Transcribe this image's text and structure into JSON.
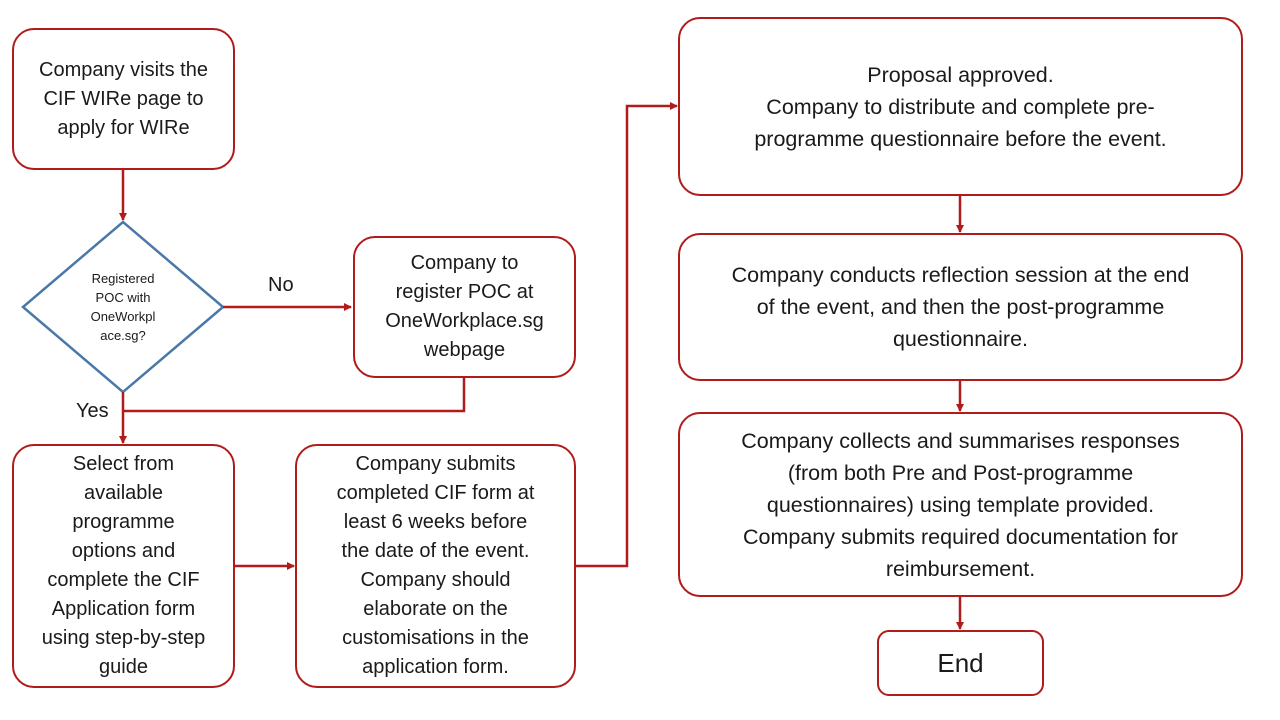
{
  "nodes": {
    "visit": "Company visits the\nCIF WIRe page to\napply for WIRe",
    "decision": "Registered\nPOC with\nOneWorkpl\nace.sg?",
    "register": "Company to\nregister POC at\nOneWorkplace.sg\nwebpage",
    "select": "Select from\navailable\nprogramme\noptions and\ncomplete the CIF\nApplication form\nusing step-by-step\nguide",
    "submit": "Company submits\ncompleted CIF form at\nleast 6 weeks before\nthe date of the event.\nCompany should\nelaborate on the\ncustomisations in the\napplication form.",
    "approved": "Proposal approved.\nCompany to distribute and complete pre-\nprogramme questionnaire before the event.",
    "reflection": "Company conducts reflection session at the end\nof the event, and then the post-programme\nquestionnaire.",
    "collect": "Company collects and summarises responses\n(from both Pre and Post-programme\nquestionnaires) using template provided.\nCompany submits required documentation for\nreimbursement.",
    "end": "End"
  },
  "edge_labels": {
    "no": "No",
    "yes": "Yes"
  },
  "colors": {
    "box_border": "#b01c1c",
    "arrow": "#b01c1c",
    "decision_border": "#4a78a8"
  }
}
